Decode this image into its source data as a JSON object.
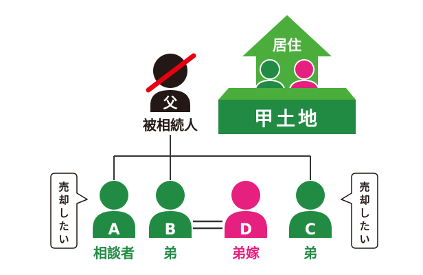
{
  "house": {
    "roof_label": "居住",
    "land_label": "甲土地",
    "resident_left": "B",
    "resident_right": "D"
  },
  "father": {
    "glyph": "父",
    "caption": "被相続人"
  },
  "people": [
    {
      "letter": "A",
      "role": "相談者"
    },
    {
      "letter": "B",
      "role": "弟"
    },
    {
      "letter": "D",
      "role": "弟嫁"
    },
    {
      "letter": "C",
      "role": "弟"
    }
  ],
  "speech": {
    "left": [
      "売",
      "却",
      "し",
      "た",
      "い"
    ],
    "right": [
      "売",
      "却",
      "し",
      "た",
      "い"
    ]
  },
  "colors": {
    "green": "#218b43",
    "house_green": "#4bae3c",
    "pink": "#e5207e",
    "black": "#231815",
    "red": "#e60012",
    "line": "#333333"
  }
}
